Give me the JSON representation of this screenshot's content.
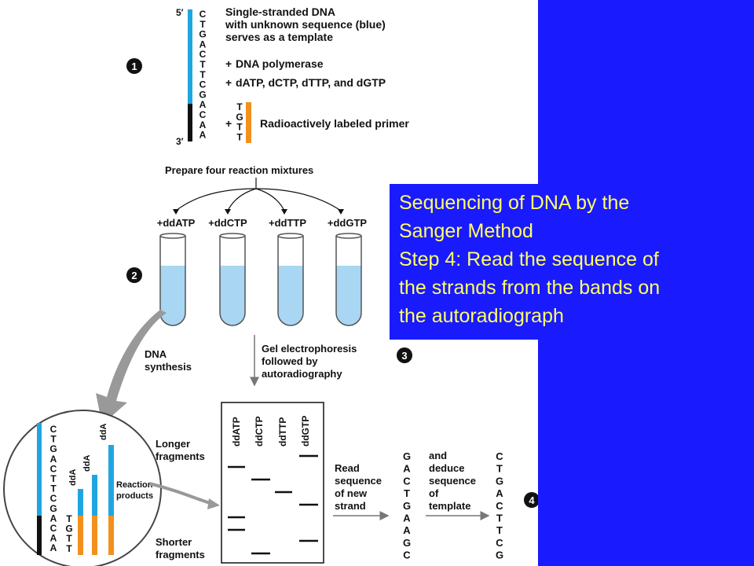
{
  "slide": {
    "caption": [
      "Sequencing of DNA by the",
      "Sanger Method",
      "Step 4: Read the sequence of",
      "the strands from the bands on",
      "the autoradiograph"
    ],
    "colors": {
      "panel_blue": "#1a1aff",
      "caption_text": "#ffff66",
      "template_blue": "#1fa6e0",
      "primer_orange": "#f2901e",
      "tube_liquid": "#a9d6f2"
    }
  },
  "diagram": {
    "step_numbers": [
      "1",
      "2",
      "3",
      "4"
    ],
    "prime5": "5′",
    "prime3": "3′",
    "template_bases": [
      "C",
      "T",
      "G",
      "A",
      "C",
      "T",
      "T",
      "C",
      "G",
      "A",
      "C",
      "A",
      "A"
    ],
    "primer_bases": [
      "T",
      "G",
      "T",
      "T"
    ],
    "plus": "+",
    "step1_text": {
      "line1": "Single-stranded DNA",
      "line2": "with unknown sequence (blue)",
      "line3": "serves as a template",
      "polymerase": "DNA polymerase",
      "dntps": "dATP, dCTP, dTTP, and dGTP",
      "primer": "Radioactively labeled primer"
    },
    "prepare": "Prepare four reaction mixtures",
    "tubes": [
      "+ddATP",
      "+ddCTP",
      "+ddTTP",
      "+ddGTP"
    ],
    "dna_synthesis": [
      "DNA",
      "synthesis"
    ],
    "gel_text": [
      "Gel electrophoresis",
      "followed by",
      "autoradiography"
    ],
    "lanes": [
      "ddATP",
      "ddCTP",
      "ddTTP",
      "ddGTP"
    ],
    "longer": [
      "Longer",
      "fragments"
    ],
    "shorter": [
      "Shorter",
      "fragments"
    ],
    "circle_template": [
      "C",
      "T",
      "G",
      "A",
      "C",
      "T",
      "T",
      "C",
      "G",
      "A",
      "C",
      "A",
      "A"
    ],
    "circle_primer": [
      "T",
      "G",
      "T",
      "T"
    ],
    "dda": "ddA",
    "reaction_products": [
      "Reaction",
      "products"
    ],
    "read_text": [
      "Read",
      "sequence",
      "of new",
      "strand"
    ],
    "new_strand": [
      "G",
      "A",
      "C",
      "T",
      "G",
      "A",
      "A",
      "G",
      "C"
    ],
    "deduce_text": [
      "and",
      "deduce",
      "sequence",
      "of",
      "template"
    ],
    "template_seq": [
      "C",
      "T",
      "G",
      "A",
      "C",
      "T",
      "T",
      "C",
      "G"
    ]
  }
}
